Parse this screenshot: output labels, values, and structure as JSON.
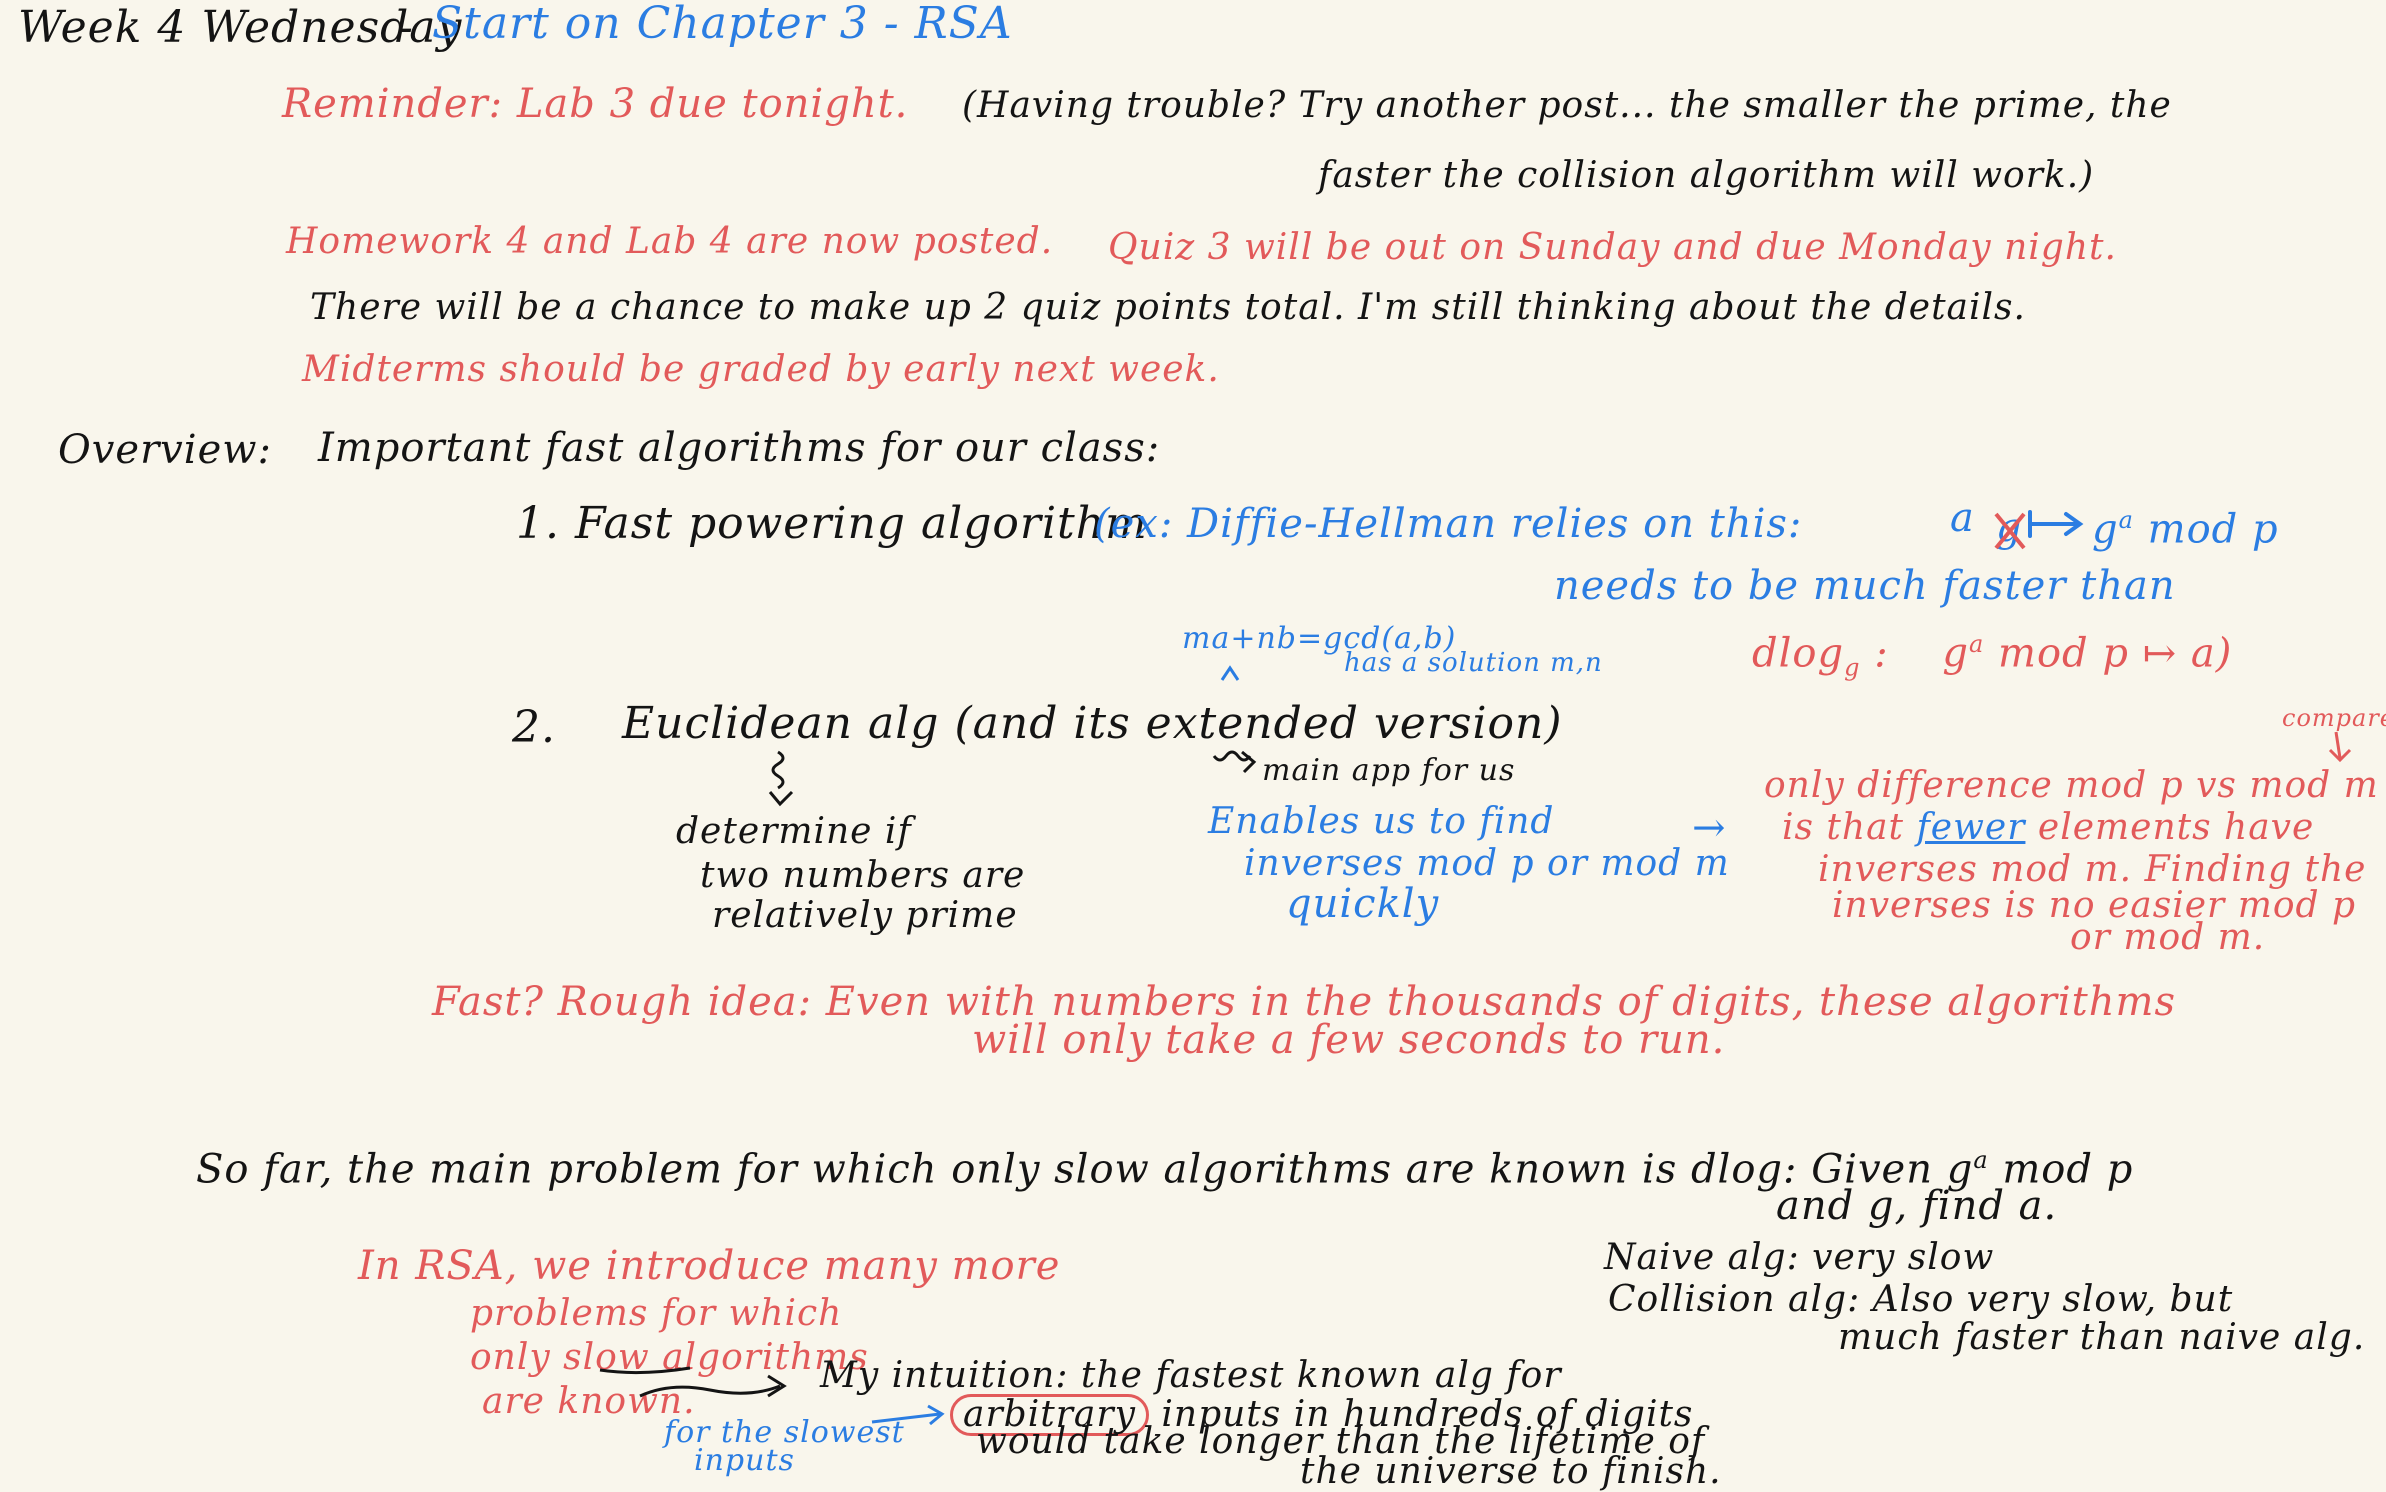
{
  "header": {
    "title_black": "Week 4 Wednesday",
    "dash": "-",
    "title_blue": "Start on Chapter 3 - RSA"
  },
  "reminders": {
    "lab_reminder": "Reminder: Lab 3 due tonight.",
    "lab_tip_line1": "(Having trouble? Try another post... the smaller the prime, the",
    "lab_tip_line2": "faster the collision algorithm will work.)",
    "homework": "Homework 4 and Lab 4 are now posted.",
    "quiz": "Quiz 3 will be out on Sunday and due Monday night.",
    "makeup": "There will be a chance to make up 2 quiz points total. I'm still thinking about the details.",
    "midterms": "Midterms should be graded by early next week."
  },
  "overview": {
    "label": "Overview:",
    "heading": "Important fast algorithms for our class:",
    "item1": "1. Fast powering algorithm",
    "item1_note_prefix": "(ex: Diffie-Hellman relies on this:",
    "item1_map_a": "a",
    "item1_map_g": "g",
    "item1_map_base": "g",
    "item1_map_exp": "a",
    "item1_map_mod": "mod p",
    "item1_needs": "needs to be much faster than",
    "dlog_label": "dlog",
    "dlog_sub": "g",
    "dlog_colon": ":",
    "dlog_base": "g",
    "dlog_exp": "a",
    "dlog_rest": "mod p ↦ a)",
    "gcd_eq": "ma+nb=gcd(a,b)",
    "gcd_sol": "has a solution m,n",
    "item2": "2.",
    "item2_text": "Euclidean alg (and its extended version)",
    "item2_use": "determine if",
    "item2_use2": "two numbers are",
    "item2_use3": "relatively prime",
    "main_app": "main app for us",
    "enables1": "Enables us to find",
    "enables2": "inverses mod p or mod m",
    "enables3": "quickly",
    "arrow": "→",
    "compare": "compare",
    "diff1": "only difference mod p vs mod m",
    "diff2_a": "is that",
    "diff2_b": "fewer",
    "diff2_c": "elements have",
    "diff3": "inverses mod m. Finding the",
    "diff4": "inverses is no easier mod p",
    "diff5": "or mod m.",
    "fast_line1": "Fast? Rough idea: Even with numbers in the thousands of digits, these algorithms",
    "fast_line2": "will only take a few seconds to run."
  },
  "sofar": {
    "line1_prefix": "So far, the main problem for which only slow algorithms are known is dlog: Given",
    "line1_base": "g",
    "line1_exp": "a",
    "line1_mod": "mod p",
    "line2": "and g, find a.",
    "naive": "Naive alg: very slow",
    "collision1": "Collision alg: Also very slow, but",
    "collision2": "much faster than naive alg."
  },
  "rsa": {
    "line1": "In RSA, we introduce many more",
    "line2": "problems for which",
    "line3": "only slow algorithms",
    "line4": "are known.",
    "intuition1_a": "My intuition: the fastest known alg for",
    "intuition2_a": "arbitrary",
    "intuition2_b": "inputs in hundreds of digits",
    "intuition3": "would take longer than the lifetime of",
    "intuition4": "the universe to finish.",
    "slowest1": "for the slowest",
    "slowest2": "inputs"
  }
}
